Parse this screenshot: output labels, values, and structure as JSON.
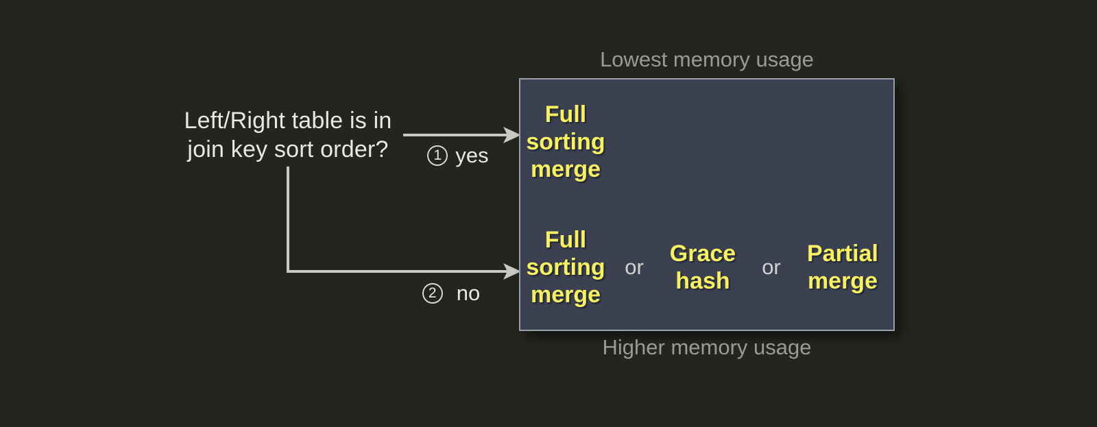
{
  "question": {
    "line1": "Left/Right table is in",
    "line2": "join key sort order?"
  },
  "branches": {
    "yes": {
      "number": "1",
      "label": "yes"
    },
    "no": {
      "number": "2",
      "label": "no"
    }
  },
  "memory_scale": {
    "top": "Lowest memory usage",
    "bottom": "Higher memory usage"
  },
  "algorithms": {
    "sorted_row": [
      "Full sorting merge"
    ],
    "unsorted_row": [
      "Full sorting merge",
      "Grace hash",
      "Partial merge"
    ],
    "separator": "or"
  },
  "colors": {
    "background": "#23251e",
    "box_fill": "#3b4150",
    "box_border": "#9aa0aa",
    "algorithm_text": "#f7f160",
    "caption_text": "#9a9a98",
    "primary_text": "#e8e8e6",
    "connector": "#c8c8c5"
  }
}
